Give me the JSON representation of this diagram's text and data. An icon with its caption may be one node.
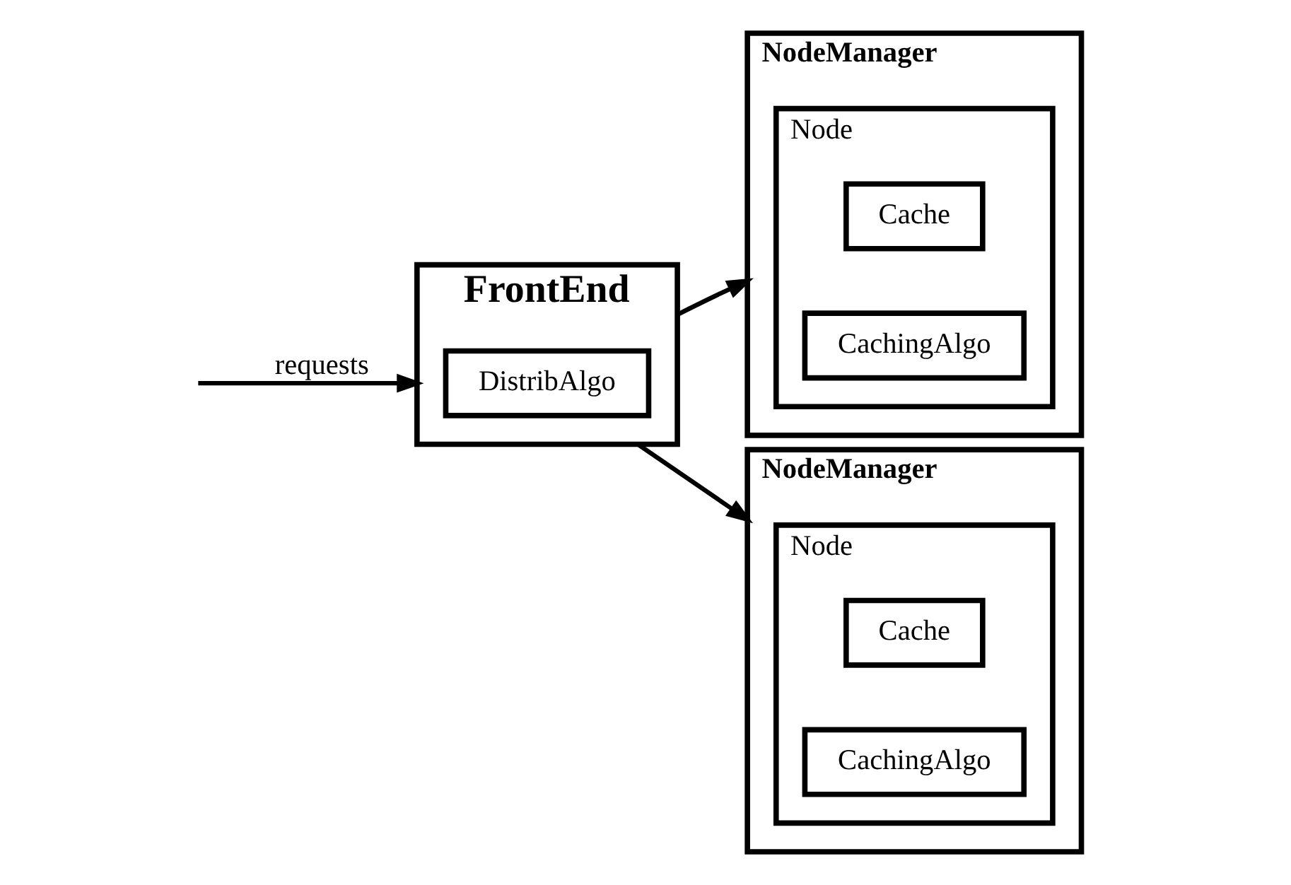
{
  "diagram": {
    "nodes": [
      {
        "text": [
          "FrontEnd"
        ]
      },
      {
        "text": [
          "DistribAlgo"
        ],
        "in": 0
      },
      {
        "text": [
          "NodeManager"
        ]
      },
      {
        "text": [
          "Node"
        ],
        "in": 2
      },
      {
        "text": [
          "Cache"
        ],
        "in": 3
      },
      {
        "text": [
          "CachingAlgo"
        ],
        "in": 3
      },
      {
        "text": [
          "NodeManager"
        ]
      },
      {
        "text": [
          "Node"
        ],
        "in": 6
      },
      {
        "text": [
          "Cache"
        ],
        "in": 7
      },
      {
        "text": [
          "CachingAlgo"
        ],
        "in": 7
      }
    ],
    "edges": [
      {
        "from": null,
        "to": 0,
        "arrow": "to",
        "label": "requests"
      },
      {
        "from": 0,
        "to": 2,
        "arrow": "to"
      },
      {
        "from": 0,
        "to": 6,
        "arrow": "to"
      }
    ]
  }
}
